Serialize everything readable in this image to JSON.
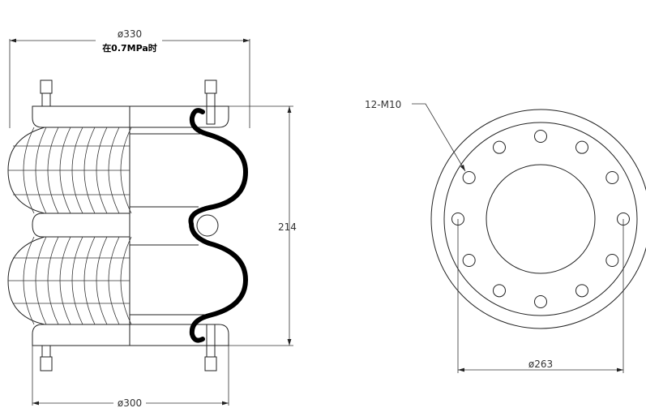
{
  "side_view": {
    "top_diameter_label": "ø330",
    "pressure_note": "在0.7MPa时",
    "height_label": "214",
    "bottom_diameter_label": "ø300"
  },
  "plan_view": {
    "bolt_label": "12-M10",
    "bolt_circle_label": "ø263",
    "bolt_count": 12
  }
}
